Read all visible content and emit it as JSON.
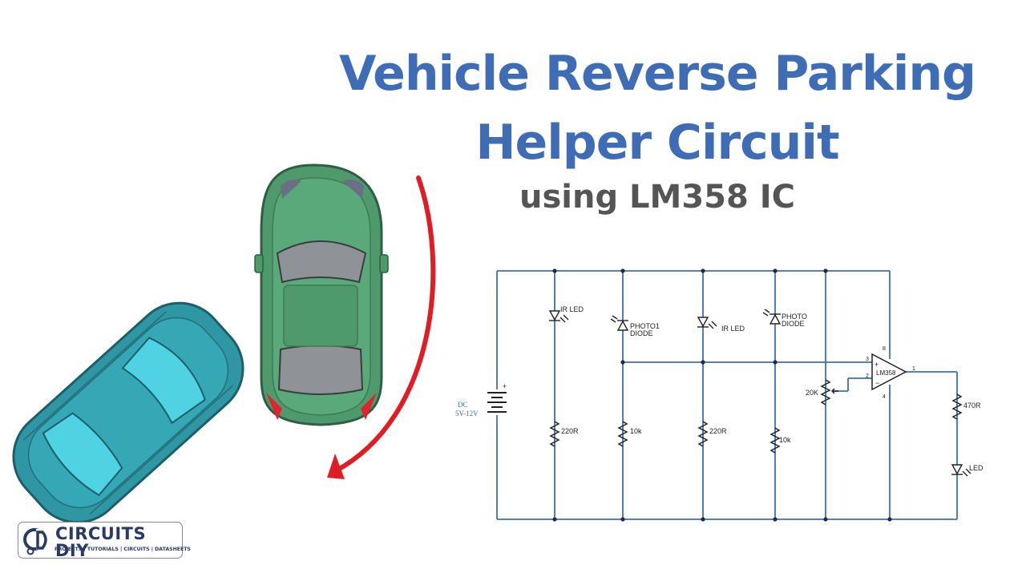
{
  "header": {
    "title_line1": "Vehicle Reverse Parking",
    "title_line2": "Helper Circuit",
    "subtitle": "using LM358 IC"
  },
  "schematic": {
    "supply_label_line1": "DC",
    "supply_label_line2": "5V-12V",
    "supply_plus": "+",
    "ir_led_1": "IR LED",
    "photo_diode_1_line1": "PHOTO1",
    "photo_diode_1_line2": "DIODE",
    "ir_led_2": "IR LED",
    "photo_diode_2_line1": "PHOTO",
    "photo_diode_2_line2": "DIODE",
    "resistor_1": "220R",
    "resistor_2": "10k",
    "resistor_3": "220R",
    "resistor_4": "10k",
    "potentiometer": "20K",
    "opamp": "LM358",
    "opamp_plus": "+",
    "opamp_minus": "−",
    "pin_8": "8",
    "pin_3": "3",
    "pin_2": "2",
    "pin_4": "4",
    "pin_1": "1",
    "resistor_out": "470R",
    "led_out": "LED"
  },
  "logo": {
    "name": "CIRCUITS DIY",
    "tagline": "PROJECTS | TUTORIALS | CIRCUITS | DATASHEETS"
  },
  "colors": {
    "title": "#3f6db5",
    "subtitle": "#555555",
    "wire": "#3d6fb6",
    "arrow": "#e01c24",
    "car_green": "#4e9a6d",
    "car_teal": "#2f96a3"
  }
}
